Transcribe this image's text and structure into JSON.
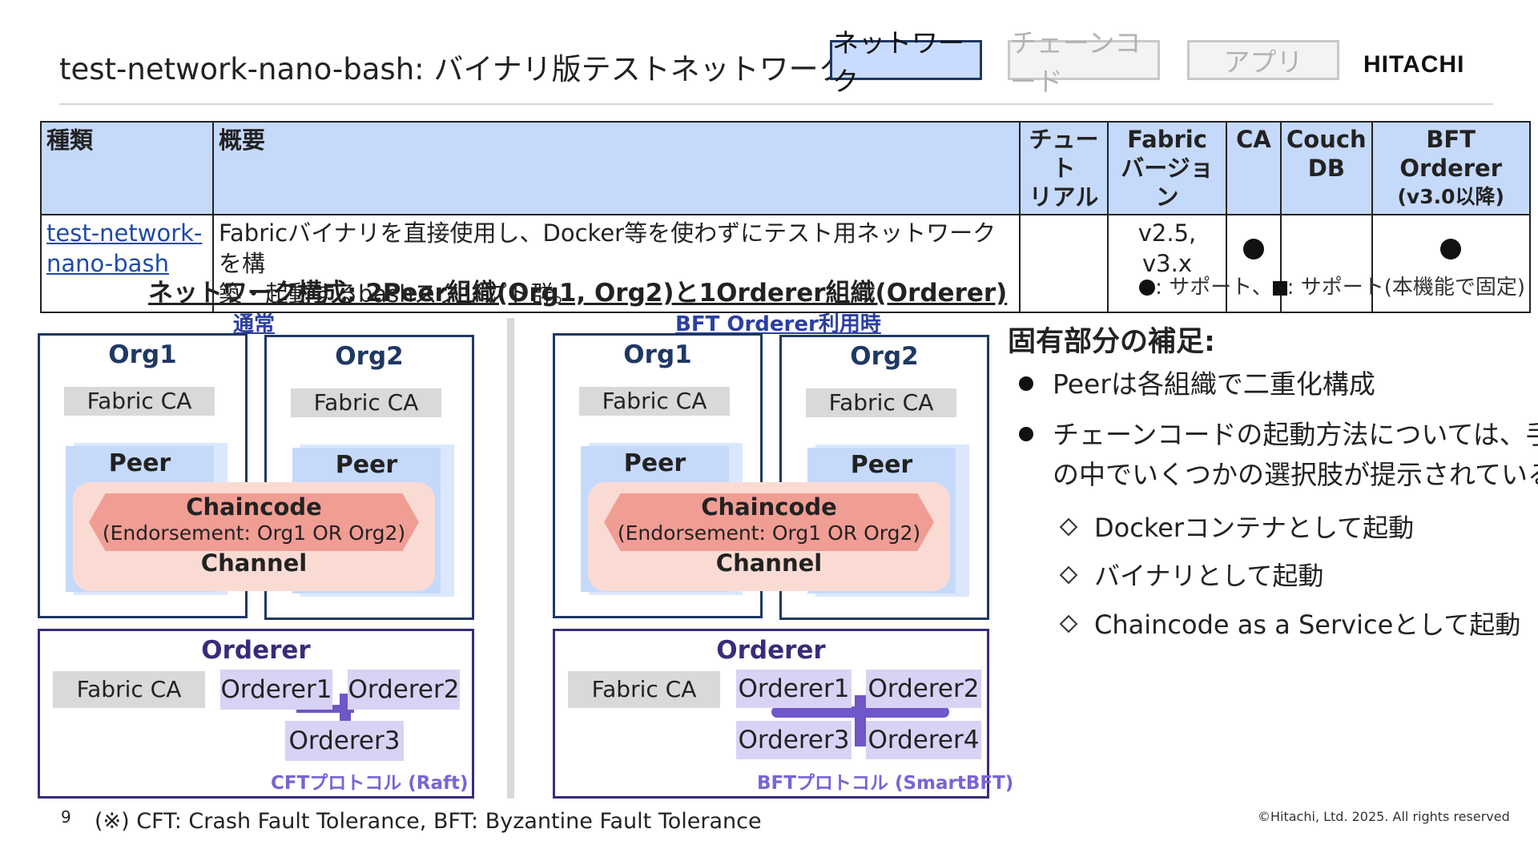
{
  "header": {
    "title": "test-network-nano-bash: バイナリ版テストネットワーク",
    "tabs": [
      {
        "label": "ネットワーク",
        "active": true
      },
      {
        "label": "チェーンコード",
        "active": false
      },
      {
        "label": "アプリ",
        "active": false
      }
    ],
    "logo": "HITACHI"
  },
  "table": {
    "headers": {
      "kind": "種類",
      "summary": "概要",
      "tutorial": [
        "チュート",
        "リアル"
      ],
      "fabric_version": [
        "Fabric",
        "バージョン"
      ],
      "ca": "CA",
      "couchdb": [
        "Couch",
        "DB"
      ],
      "bft": [
        "BFT Orderer",
        "(v3.0以降)"
      ]
    },
    "row": {
      "kind_line1": "test-network-",
      "kind_line2": "nano-bash",
      "summary_line1": "Fabricバイナリを直接使用し、Docker等を使わずにテスト用ネットワークを構",
      "summary_line2": "築・起動するbashスクリプト群。",
      "tutorial": "",
      "fabric_version": "v2.5, v3.x",
      "ca_supported": true,
      "couchdb": "",
      "bft_supported": true
    },
    "legend_support": ": サポート、",
    "legend_fixed": ": サポート(本機能で固定)"
  },
  "diagram": {
    "caption": "ネットワーク構成: 2Peer組織(Org1, Org2)と1Orderer組織(Orderer)",
    "normal_caption": "通常",
    "bft_caption": "BFT Orderer利用時",
    "org1": "Org1",
    "org2": "Org2",
    "fabric_ca": "Fabric CA",
    "peer": "Peer",
    "chaincode": "Chaincode",
    "endorsement": "(Endorsement: Org1 OR Org2)",
    "channel": "Channel",
    "orderer": "Orderer",
    "orderer1": "Orderer1",
    "orderer2": "Orderer2",
    "orderer3": "Orderer3",
    "orderer4": "Orderer4",
    "cft_protocol": "CFTプロトコル (Raft)",
    "bft_protocol": "BFTプロトコル (SmartBFT)"
  },
  "notes": {
    "title": "固有部分の補足:",
    "bullet1": "Peerは各組織で二重化構成",
    "bullet2_line1": "チェーンコードの起動方法については、手順",
    "bullet2_line2": "の中でいくつかの選択肢が提示されている",
    "subs": [
      "Dockerコンテナとして起動",
      "バイナリとして起動",
      "Chaincode as a Serviceとして起動"
    ]
  },
  "footer": {
    "page": "9",
    "note": "(※) CFT: Crash Fault Tolerance, BFT: Byzantine Fault Tolerance",
    "copyright": "©Hitachi, Ltd. 2025. All rights reserved"
  }
}
